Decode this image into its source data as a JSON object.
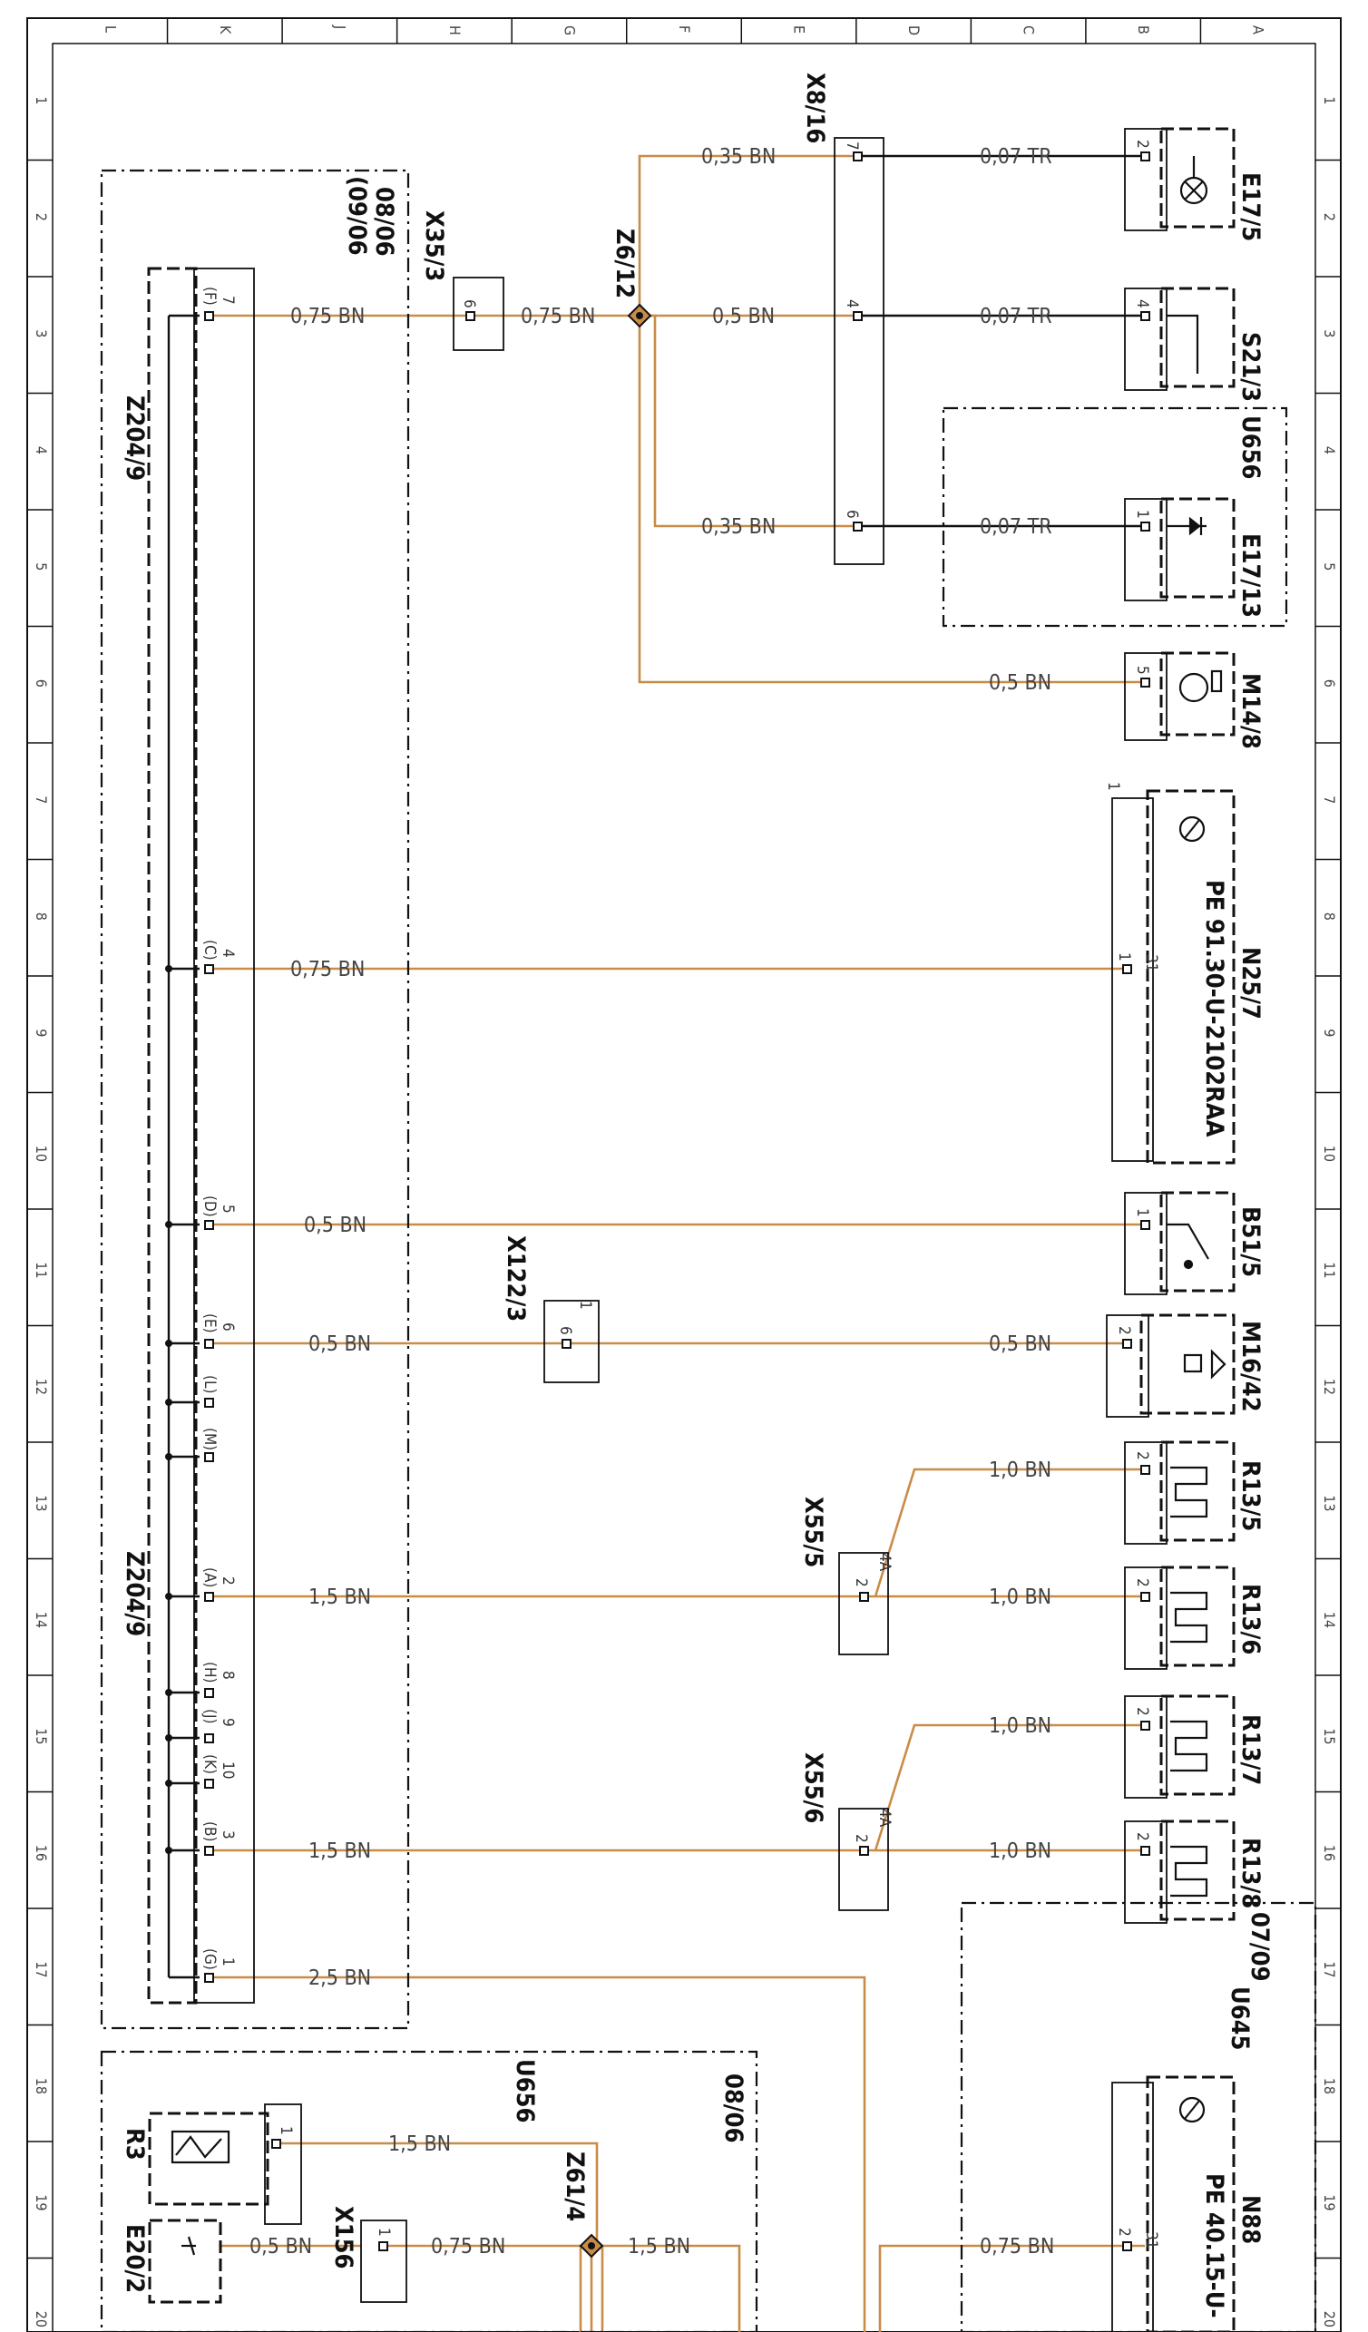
{
  "colors": {
    "wire_bn": "#c98c47",
    "wire_black": "#111111",
    "frame": "#111111"
  },
  "grid": {
    "top_letters": [
      "L",
      "K",
      "J",
      "H",
      "G",
      "F",
      "E",
      "D",
      "C",
      "B",
      "A"
    ],
    "side_numbers": [
      "1",
      "2",
      "3",
      "4",
      "5",
      "6",
      "7",
      "8",
      "9",
      "10",
      "11",
      "12",
      "13",
      "14",
      "15",
      "16",
      "17",
      "18",
      "19",
      "20"
    ]
  },
  "components": {
    "E17_5": "E17/5",
    "S21_3": "S21/3",
    "U656_a": "U656",
    "E17_13": "E17/13",
    "M14_8": "M14/8",
    "N25_7": "N25/7",
    "N25_7_pe": "PE 91.30-U-2102RAA",
    "B51_5": "B51/5",
    "M16_42": "M16/42",
    "R13_5": "R13/5",
    "R13_6": "R13/6",
    "R13_7": "R13/7",
    "R13_8": "R13/8",
    "U645": "U645",
    "U645_date": "07/09",
    "N88": "N88",
    "N88_pe": "PE 40.15-U-",
    "X8_16": "X8/16",
    "Z6_12": "Z6/12",
    "X35_3": "X35/3",
    "Z204_9_a": "Z204/9",
    "Z204_9_b": "Z204/9",
    "X122_3": "X122/3",
    "X55_5": "X55/5",
    "X55_6": "X55/6",
    "U656_b": "U656",
    "date_0806_a": "08/06",
    "date_0906": "(09/06",
    "date_0806_b": "08/06",
    "R3": "R3",
    "E20_2": "E20/2",
    "X156": "X156",
    "Z61_4": "Z61/4"
  },
  "wires": {
    "w1": "0,35 BN",
    "w2": "0,07 TR",
    "w3": "0,75 BN",
    "w4": "0,75 BN",
    "w5": "0,5 BN",
    "w6": "0,07 TR",
    "w7": "0,35 BN",
    "w8": "0,07 TR",
    "w9": "0,5 BN",
    "w10": "0,75 BN",
    "w11": "0,5 BN",
    "w12": "0,5 BN",
    "w13": "0,5 BN",
    "w14": "1,0 BN",
    "w15": "1,5 BN",
    "w16": "1,0 BN",
    "w17": "1,0 BN",
    "w18": "1,5 BN",
    "w19": "1,0 BN",
    "w20": "2,5 BN",
    "w21": "1,5 BN",
    "w22": "0,75 BN",
    "w23": "0,5 BN",
    "w24": "0,75 BN",
    "w25": "1,5 BN"
  },
  "pins": {
    "p_x816_7": "7",
    "p_x816_4": "4",
    "p_x816_6": "6",
    "p_e175": "2",
    "p_s213": "4",
    "p_e1713": "1",
    "p_m148": "5",
    "p_x353": "6",
    "p_z_F": "(F)",
    "p_z_7": "7",
    "p_z_C": "(C)",
    "p_z_4": "4",
    "p_z_D": "(D)",
    "p_z_5": "5",
    "p_z_E": "(E)",
    "p_z_6": "6",
    "p_z_L": "(L)",
    "p_z_M": "(M)",
    "p_z_A": "(A)",
    "p_z_2": "2",
    "p_z_H": "(H)",
    "p_z_8": "8",
    "p_z_J": "(J)",
    "p_z_9": "9",
    "p_z_K": "(K)",
    "p_z_10": "10",
    "p_z_B": "(B)",
    "p_z_3": "3",
    "p_z_G": "(G)",
    "p_z_1": "1",
    "p_n257_1": "1",
    "p_n257_31": "31",
    "p_n257_top": "1",
    "p_b515": "1",
    "p_x1223": "6",
    "p_x1223_top": "1",
    "p_m1642": "2",
    "p_x555": "2",
    "p_x555_4a": "4A",
    "p_x556": "2",
    "p_x556_4a": "4A",
    "p_r135": "2",
    "p_r136": "2",
    "p_r137": "2",
    "p_r138": "2",
    "p_r3": "1",
    "p_n88_2": "2",
    "p_n88_31": "31",
    "p_x156": "1"
  }
}
